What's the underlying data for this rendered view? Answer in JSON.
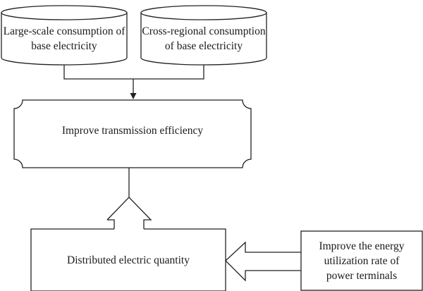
{
  "diagram": {
    "top_left": {
      "line1": "Large-scale consumption of",
      "line2": "base electricity"
    },
    "top_right": {
      "line1": "Cross-regional consumption",
      "line2": "of base electricity"
    },
    "middle": {
      "text": "Improve transmission efficiency"
    },
    "bottom_left": {
      "text": "Distributed electric quantity"
    },
    "bottom_right": {
      "line1": "Improve the energy",
      "line2": "utilization rate of",
      "line3": "power terminals"
    }
  }
}
